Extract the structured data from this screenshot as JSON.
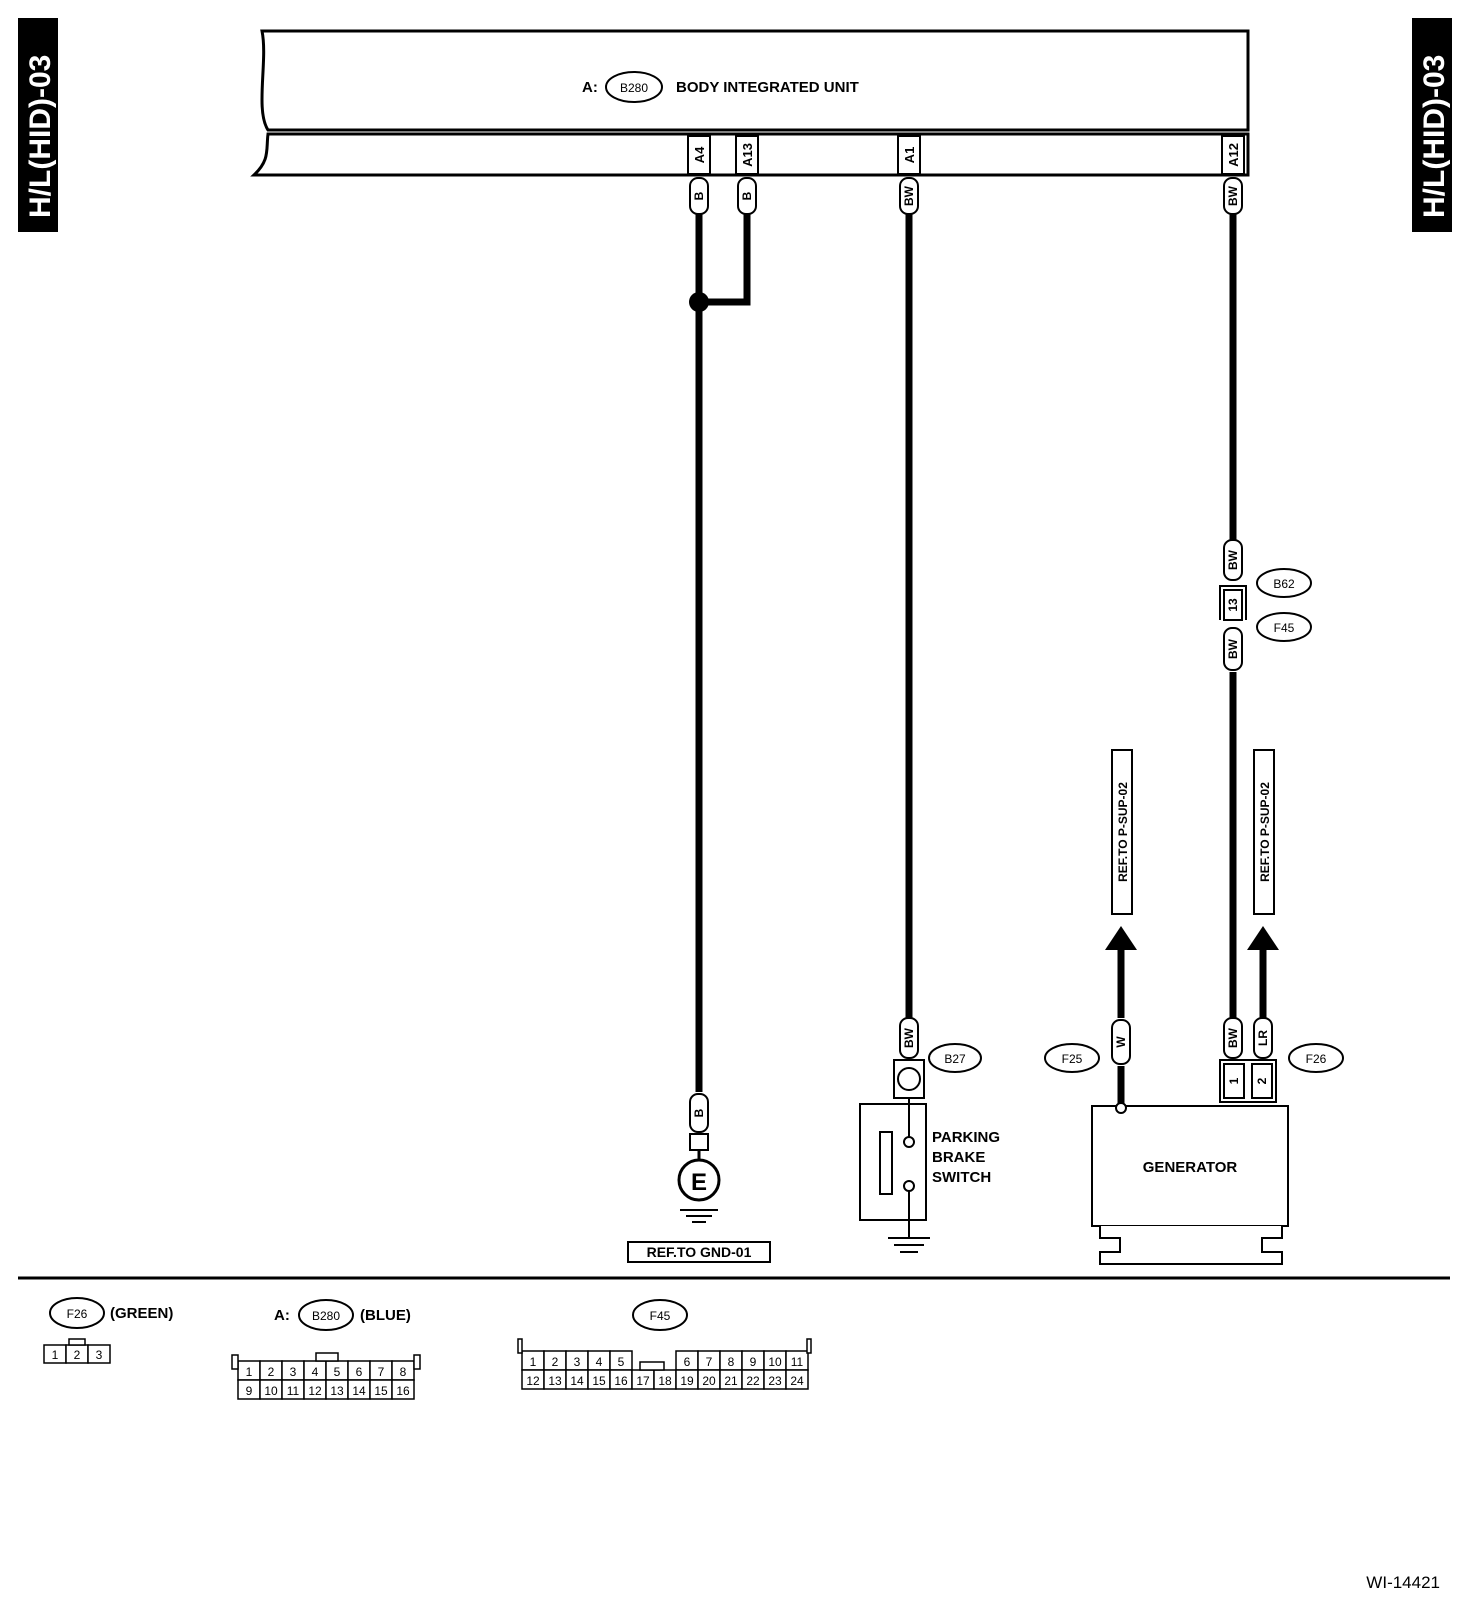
{
  "page": {
    "side_tab": "H/L(HID)-03",
    "figure_id": "WI-14421"
  },
  "unit": {
    "prefix": "A:",
    "connector": "B280",
    "name": "BODY INTEGRATED UNIT",
    "pins": [
      "A4",
      "A13",
      "A1",
      "A12"
    ]
  },
  "wires": {
    "a4": "B",
    "a13": "B",
    "a1": "BW",
    "a12": "BW",
    "a12_mid_top": "BW",
    "a12_mid_bottom": "BW",
    "a12_bottom": "BW",
    "ground_wire": "B",
    "switch_wire": "BW",
    "gen_w": "W",
    "gen_lr": "LR"
  },
  "connectors": {
    "b62": "B62",
    "f45": "F45",
    "b62_pin": "13",
    "b27": "B27",
    "f25": "F25",
    "f26": "F26",
    "f26_pins": [
      "1",
      "2"
    ]
  },
  "refs": {
    "p_sup_1": "REF.TO P-SUP-02",
    "p_sup_2": "REF.TO P-SUP-02",
    "gnd": "REF.TO GND-01"
  },
  "components": {
    "ground_symbol": "E",
    "parking_brake_switch": [
      "PARKING",
      "BRAKE",
      "SWITCH"
    ],
    "generator": "GENERATOR"
  },
  "legend": {
    "f26": {
      "id": "F26",
      "color": "(GREEN)",
      "row1": [
        "1",
        "2",
        "3"
      ]
    },
    "b280": {
      "prefix": "A:",
      "id": "B280",
      "color": "(BLUE)",
      "row1": [
        "1",
        "2",
        "3",
        "4",
        "5",
        "6",
        "7",
        "8"
      ],
      "row2": [
        "9",
        "10",
        "11",
        "12",
        "13",
        "14",
        "15",
        "16"
      ]
    },
    "f45": {
      "id": "F45",
      "row1": [
        "1",
        "2",
        "3",
        "4",
        "5",
        "",
        "6",
        "7",
        "8",
        "9",
        "10",
        "11"
      ],
      "row2": [
        "12",
        "13",
        "14",
        "15",
        "16",
        "17",
        "18",
        "19",
        "20",
        "21",
        "22",
        "23",
        "24"
      ]
    }
  }
}
